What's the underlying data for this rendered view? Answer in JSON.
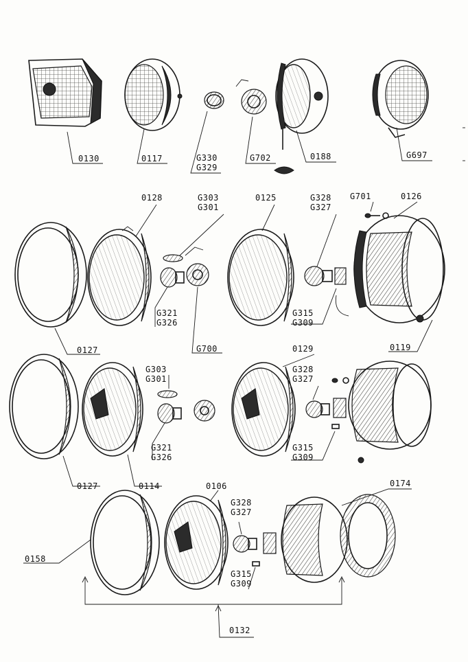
{
  "labels": {
    "l0130": "0130",
    "l0117": "0117",
    "lG330": "G330",
    "lG329": "G329",
    "lG702": "G702",
    "l0188": "0188",
    "lG697": "G697",
    "l0128": "0128",
    "lG303a": "G303",
    "lG301a": "G301",
    "l0125": "0125",
    "lG328a": "G328",
    "lG327a": "G327",
    "lG701": "G701",
    "l0126": "0126",
    "lG321a": "G321",
    "lG326a": "G326",
    "lG315a": "G315",
    "lG309a": "G309",
    "l0127a": "0127",
    "lG700": "G700",
    "l0129": "0129",
    "l0119": "0119",
    "lG303b": "G303",
    "lG301b": "G301",
    "lG328b": "G328",
    "lG327b": "G327",
    "lG321b": "G321",
    "lG326b": "G326",
    "lG315b": "G315",
    "lG309b": "G309",
    "l0127b": "0127",
    "l0114": "0114",
    "l0106": "0106",
    "l0174": "0174",
    "lG328c": "G328",
    "lG327c": "G327",
    "l0158": "0158",
    "lG315c": "G315",
    "lG309c": "G309",
    "l0132": "0132"
  }
}
